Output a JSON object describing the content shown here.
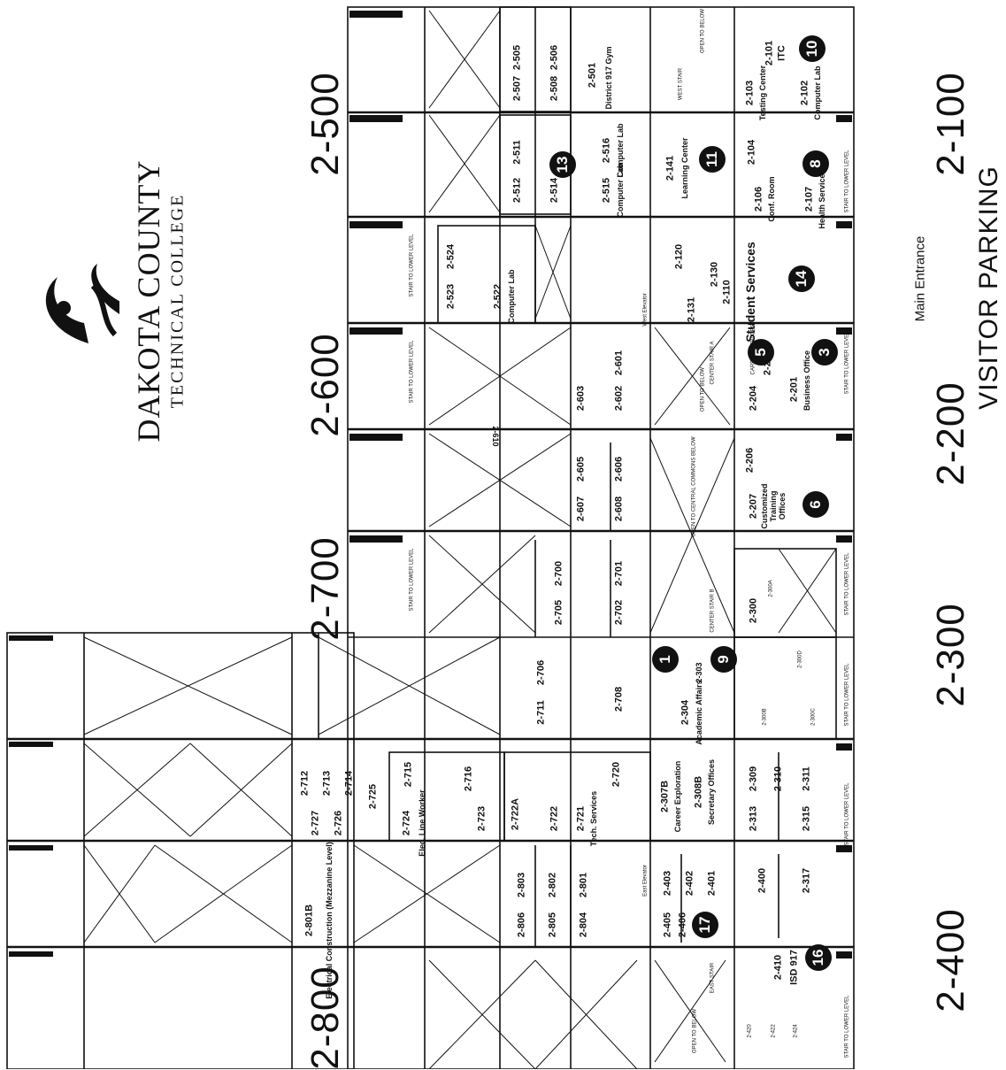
{
  "logo": {
    "name": "DAKOTA COUNTY",
    "subtitle": "TECHNICAL COLLEGE"
  },
  "wings": {
    "w2500": "2-500",
    "w2600": "2-600",
    "w2700": "2-700",
    "w2800": "2-800",
    "w2100": "2-100",
    "w2200": "2-200",
    "w2300": "2-300",
    "w2400": "2-400"
  },
  "parking": "VISITOR PARKING",
  "main_entrance": "Main Entrance",
  "rooms": {
    "r2505": "2-505",
    "r2506": "2-506",
    "r2507": "2-507",
    "r2508": "2-508",
    "r2501": "2-501",
    "r2501_desc": "District 917 Gym",
    "r2511": "2-511",
    "r2512": "2-512",
    "r2514": "2-514",
    "r2515": "2-515",
    "r2515_desc": "Computer Lab",
    "r2516": "2-516",
    "r2516_desc": "Computer Lab",
    "r2524": "2-524",
    "r2523": "2-523",
    "r2522": "2-522",
    "r2522_desc": "Computer Lab",
    "r2141": "2-141",
    "r2141_desc": "Learning Center",
    "r2101": "2-101",
    "r2101_desc": "ITC",
    "r2103": "2-103",
    "r2103_desc": "Testing Center",
    "r2102": "2-102",
    "r2102_desc": "Computer Lab",
    "r2104": "2-104",
    "r2106": "2-106",
    "r2106_desc": "Conf. Room",
    "r2107": "2-107",
    "r2107_desc": "Health Services",
    "r2120": "2-120",
    "r2130": "2-130",
    "r2131": "2-131",
    "r2110": "2-110",
    "r2110_desc": "Student Services",
    "r2601": "2-601",
    "r2603": "2-603",
    "r2602": "2-602",
    "r2610": "2-610",
    "r2605": "2-605",
    "r2606": "2-606",
    "r2607": "2-607",
    "r2608": "2-608",
    "r2202": "2-202",
    "r2204": "2-204",
    "r2201": "2-201",
    "r2201_desc": "Business Office",
    "r2206": "2-206",
    "r2207": "2-207",
    "r2207_desc": "Customized Training Offices",
    "r2700": "2-700",
    "r2701": "2-701",
    "r2705": "2-705",
    "r2702": "2-702",
    "r2300": "2-300",
    "r2300a": "2-300A",
    "r2300b": "2-300B",
    "r2300c": "2-300C",
    "r2300d": "2-300D",
    "r2706": "2-706",
    "r2711": "2-711",
    "r2708": "2-708",
    "r2304": "2-304",
    "r2304_desc": "Academic Affairs",
    "r2303": "2-303",
    "r2712": "2-712",
    "r2713": "2-713",
    "r2714": "2-714",
    "r2715": "2-715",
    "r2716": "2-716",
    "r2720": "2-720",
    "r2725": "2-725",
    "r2727": "2-727",
    "r2726": "2-726",
    "r2724": "2-724",
    "r2724_desc": "Elec. Line Worker",
    "r2723": "2-723",
    "r2722a": "2-722A",
    "r2722": "2-722",
    "r2721": "2-721",
    "r2721_desc": "Tech. Services",
    "r2307b": "2-307B",
    "r2307b_desc": "Career Exploration",
    "r2308b": "2-308B",
    "r2308b_desc": "Secretary Offices",
    "r2309": "2-309",
    "r2310": "2-310",
    "r2311": "2-311",
    "r2313": "2-313",
    "r2315": "2-315",
    "r2801b": "2-801B",
    "r2801b_desc": "Electrical Construction (Mezzanine Level)",
    "r2803": "2-803",
    "r2802": "2-802",
    "r2801": "2-801",
    "r2806": "2-806",
    "r2805": "2-805",
    "r2804": "2-804",
    "r2403": "2-403",
    "r2402": "2-402",
    "r2401": "2-401",
    "r2405": "2-405",
    "r2406": "2-406",
    "r2400": "2-400",
    "r2317": "2-317",
    "r2410": "2-410",
    "r2410_desc": "ISD 917",
    "r2420": "2-420",
    "r2422": "2-422",
    "r2424": "2-424"
  },
  "labels": {
    "stair_lower": "STAIR TO LOWER LEVEL",
    "open_below": "OPEN TO BELOW",
    "open_central": "OPEN TO CENTRAL COMMONS BELOW",
    "center_stair_a": "CENTER STAIR A",
    "center_stair_b": "CENTER STAIR B",
    "west_elevator": "West Elevator",
    "east_elevator": "East Elevator",
    "west_stair": "WEST STAIR",
    "east_stair": "EAST STAIR",
    "career_services": "CAREER SERVICES"
  },
  "markers": [
    "10",
    "8",
    "11",
    "13",
    "14",
    "5",
    "3",
    "6",
    "1",
    "9",
    "17",
    "16"
  ]
}
